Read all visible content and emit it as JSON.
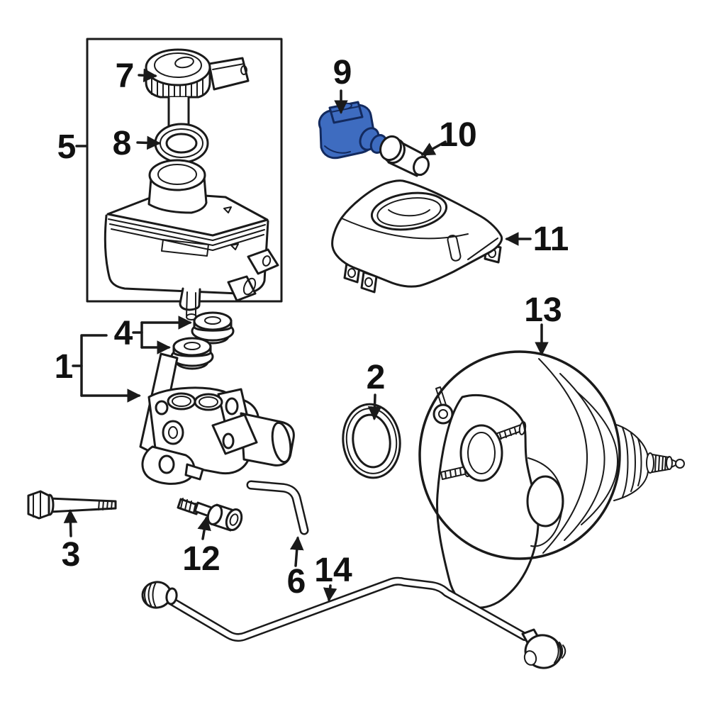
{
  "diagram": {
    "type": "exploded-parts-diagram",
    "background": "#ffffff",
    "colors": {
      "line": "#1a1a1a",
      "label": "#111111",
      "highlight_fill": "#3e6cc0",
      "highlight_stroke": "#132a5e"
    },
    "highlighted_callout": "9",
    "callouts": [
      {
        "number": "1"
      },
      {
        "number": "2"
      },
      {
        "number": "3"
      },
      {
        "number": "4"
      },
      {
        "number": "5"
      },
      {
        "number": "6"
      },
      {
        "number": "7"
      },
      {
        "number": "8"
      },
      {
        "number": "9",
        "highlighted": true
      },
      {
        "number": "10"
      },
      {
        "number": "11"
      },
      {
        "number": "12"
      },
      {
        "number": "13"
      },
      {
        "number": "14"
      }
    ]
  }
}
